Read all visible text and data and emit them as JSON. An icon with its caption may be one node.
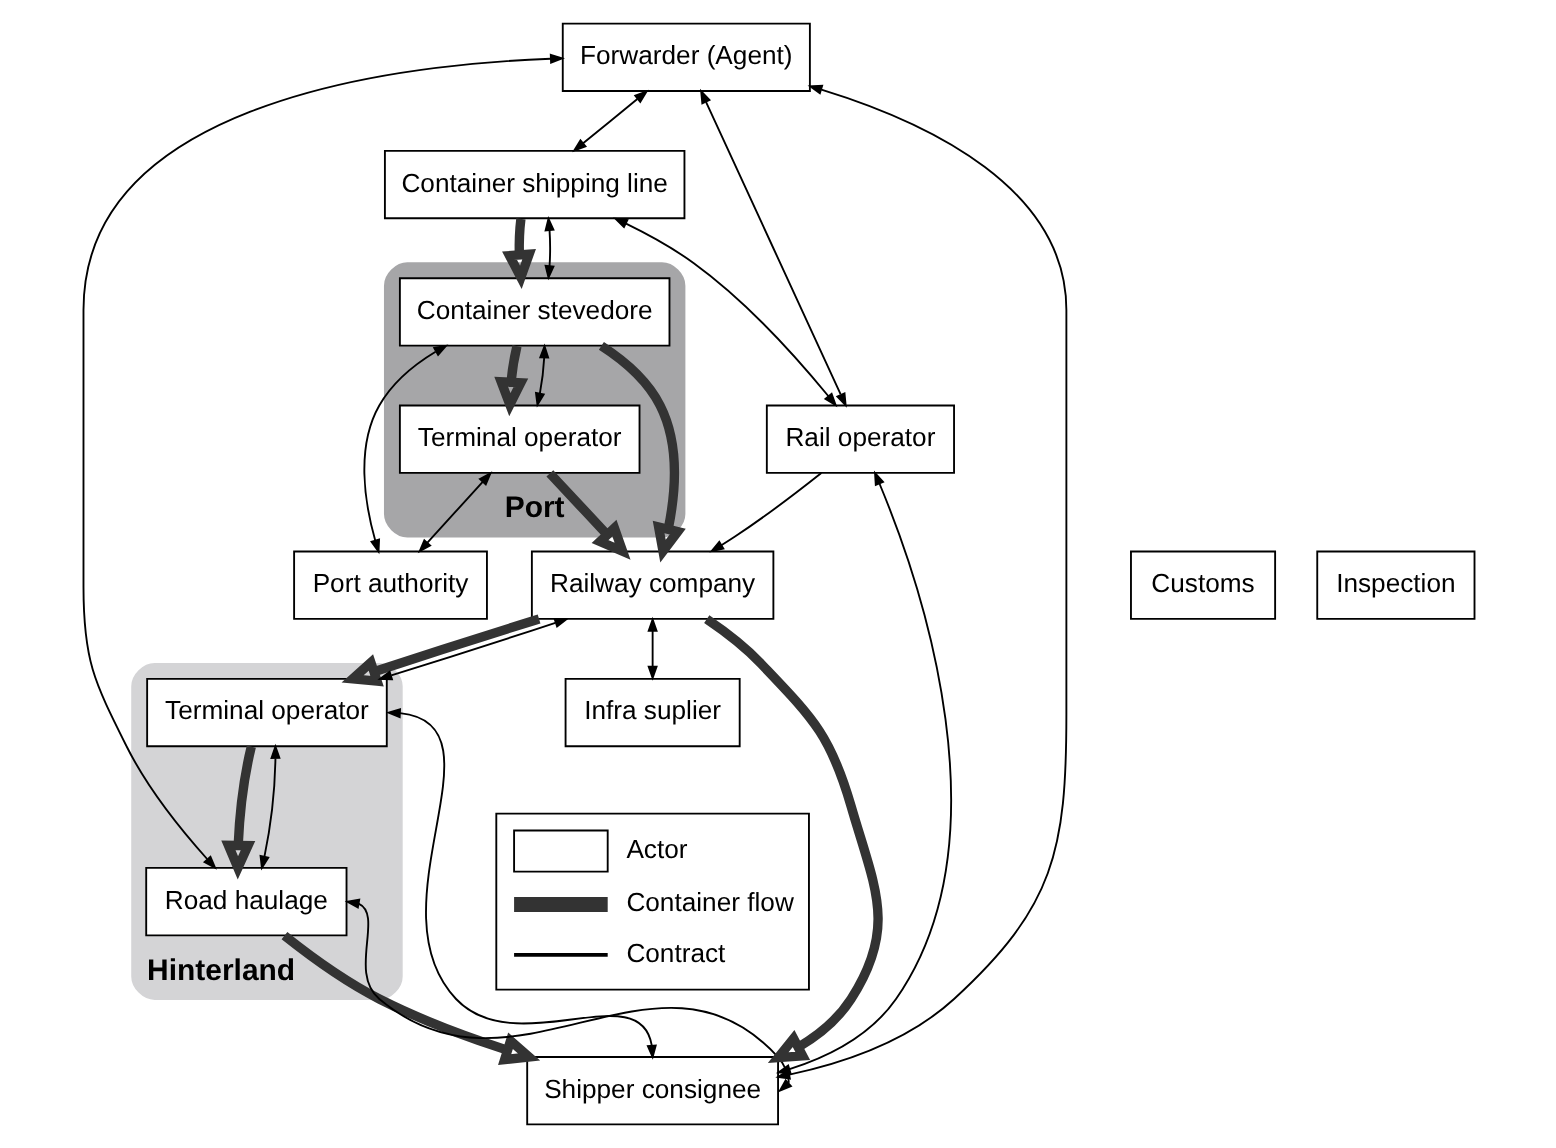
{
  "diagram": {
    "nodes": [
      {
        "text": [
          "Forwarder (Agent)"
        ]
      },
      {
        "text": [
          "Port"
        ]
      },
      {
        "text": [
          "Hinterland"
        ]
      },
      {
        "text": [
          "Container shipping line"
        ]
      },
      {
        "text": [
          "Container stevedore"
        ],
        "in": 1
      },
      {
        "text": [
          "Rail operator"
        ]
      },
      {
        "text": [
          "Railway company"
        ]
      },
      {
        "text": [
          "Terminal operator"
        ],
        "in": 1
      },
      {
        "text": [
          "Terminal operator"
        ],
        "in": 2
      },
      {
        "text": [
          "Road haulage"
        ],
        "in": 2
      },
      {
        "text": [
          "Shipper consignee"
        ]
      },
      {
        "text": [
          "Infra suplier"
        ]
      },
      {
        "text": [
          "Customs"
        ]
      },
      {
        "text": [
          "Port authority"
        ]
      },
      {
        "text": [
          "Inspection"
        ]
      }
    ],
    "edges": [
      {
        "from": 3,
        "to": 4,
        "arrow": "to",
        "style": "thick"
      },
      {
        "from": 4,
        "to": 6,
        "arrow": "to",
        "style": "thick"
      },
      {
        "from": 4,
        "to": 7,
        "arrow": "to",
        "style": "thick"
      },
      {
        "from": 7,
        "to": 6,
        "arrow": "to",
        "style": "thick"
      },
      {
        "from": 6,
        "to": 10,
        "arrow": "to",
        "style": "thick"
      },
      {
        "from": 6,
        "to": 8,
        "arrow": "to",
        "style": "thick"
      },
      {
        "from": 8,
        "to": 9,
        "arrow": "to",
        "style": "thick"
      },
      {
        "from": 9,
        "to": 10,
        "arrow": "to",
        "style": "thick"
      },
      {
        "from": 0,
        "to": 3,
        "arrow": "both"
      },
      {
        "from": 0,
        "to": 5,
        "arrow": "both"
      },
      {
        "from": 0,
        "to": 10,
        "arrow": "both"
      },
      {
        "from": 0,
        "to": 9,
        "arrow": "both"
      },
      {
        "from": 3,
        "to": 5,
        "arrow": "both"
      },
      {
        "from": 5,
        "to": 10,
        "arrow": "both"
      },
      {
        "from": 3,
        "to": 4,
        "arrow": "both"
      },
      {
        "from": 5,
        "to": 6,
        "arrow": "to"
      },
      {
        "from": 4,
        "to": 7,
        "arrow": "both"
      },
      {
        "from": 4,
        "to": 13,
        "arrow": "both"
      },
      {
        "from": 7,
        "to": 13,
        "arrow": "both"
      },
      {
        "from": 6,
        "to": 11,
        "arrow": "both"
      },
      {
        "from": 6,
        "to": 8,
        "arrow": "both"
      },
      {
        "from": 8,
        "to": 9,
        "arrow": "both"
      },
      {
        "from": 8,
        "to": 10,
        "arrow": "both"
      },
      {
        "from": 9,
        "to": 10,
        "arrow": "both"
      }
    ],
    "legend": [
      {
        "text": "Actor"
      },
      {
        "text": "Container flow"
      },
      {
        "text": "Contract"
      }
    ]
  }
}
